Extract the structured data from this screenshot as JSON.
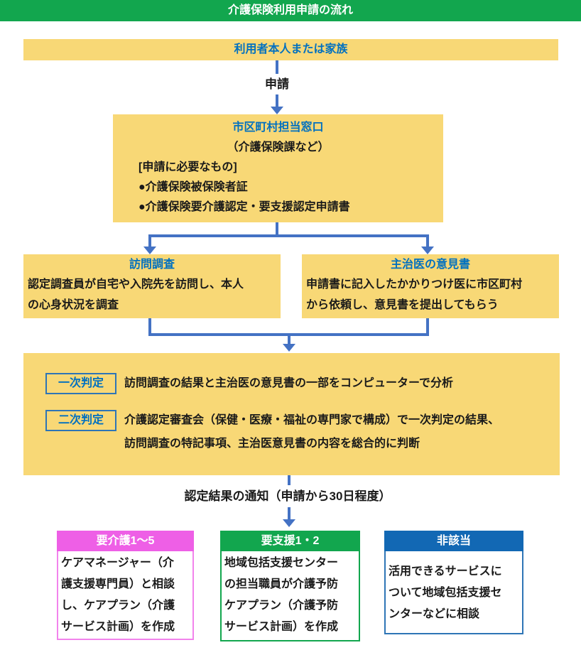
{
  "title": "介護保険利用申請の流れ",
  "applicant_bar": "利用者本人または家族",
  "apply_label": "申請",
  "municipal_office": {
    "title": "市区町村担当窓口",
    "subtitle": "（介護保険課など）",
    "required_header": "[申請に必要なもの]",
    "required_items": [
      "●介護保険被保険者証",
      "●介護保険要介護認定・要支援認定申請書"
    ]
  },
  "visit_survey": {
    "title": "訪問調査",
    "body": "認定調査員が自宅や入院先を訪問し、本人\nの心身状況を調査"
  },
  "doctor_opinion": {
    "title": "主治医の意見書",
    "body": "申請書に記入したかかりつけ医に市区町村\nから依頼し、意見書を提出してもらう"
  },
  "judgement": {
    "primary_label": "一次判定",
    "primary_text": "訪問調査の結果と主治医の意見書の一部をコンピューターで分析",
    "secondary_label": "二次判定",
    "secondary_text": "介護認定審査会（保健・医療・福祉の専門家で構成）で一次判定の結果、\n訪問調査の特記事項、主治医意見書の内容を総合的に判断"
  },
  "notice_label": "認定結果の通知（申請から30日程度）",
  "outcomes": [
    {
      "title": "要介護1〜5",
      "body": "ケアマネージャー（介\n護支援専門員）と相談\nし、ケアプラン（介護\nサービス計画）を作成",
      "header_color": "#EE5FE6"
    },
    {
      "title": "要支援1・2",
      "body": "地域包括支援センター\nの担当職員が介護予防\nケアプラン（介護予防\nサービス計画）を作成",
      "header_color": "#12A64E"
    },
    {
      "title": "非該当",
      "body": "活用できるサービスに\nついて地域包括支援セ\nンターなどに相談",
      "header_color": "#1268B4"
    }
  ],
  "colors": {
    "banner_green": "#12A64E",
    "box_yellow": "#F8D876",
    "heading_blue": "#0070C0",
    "connector_blue": "#4472C4",
    "label_border_blue": "#2E75B6",
    "outcome_magenta": "#EE5FE6",
    "outcome_green": "#12A64E",
    "outcome_blue": "#1268B4",
    "body_text": "#1a1a1a"
  }
}
